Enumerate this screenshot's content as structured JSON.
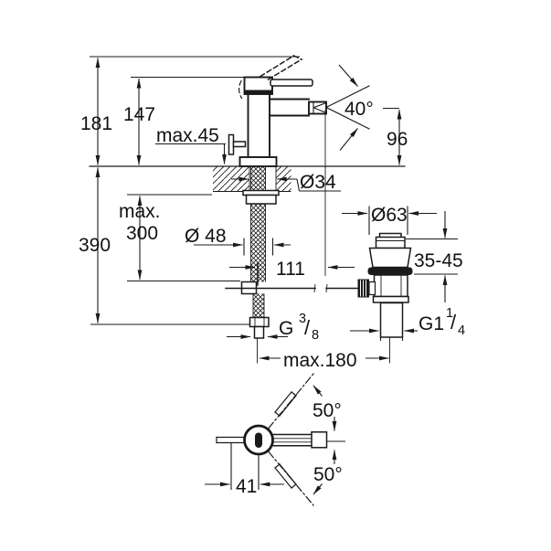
{
  "title": "Bidet mixer technical dimension drawing",
  "colors": {
    "line": "#1a1a1a",
    "background": "#ffffff"
  },
  "labels": {
    "d181": "181",
    "d147": "147",
    "dmax45": "max.45",
    "d40": "40°",
    "d96": "96",
    "d34": "Ø34",
    "dmax": "max.",
    "d300": "300",
    "d390": "390",
    "d48": "Ø 48",
    "d111": "111",
    "d63": "Ø63",
    "d3545": "35-45",
    "g38_main": "G",
    "g38_sup": "3",
    "g38_slash": "/",
    "g38_sub": "8",
    "g114_main": "G1",
    "g114_sup": "1",
    "g114_slash": "/",
    "g114_sub": "4",
    "dmax180": "max.180",
    "d50top": "50°",
    "d50bottom": "50°",
    "d41": "41"
  }
}
